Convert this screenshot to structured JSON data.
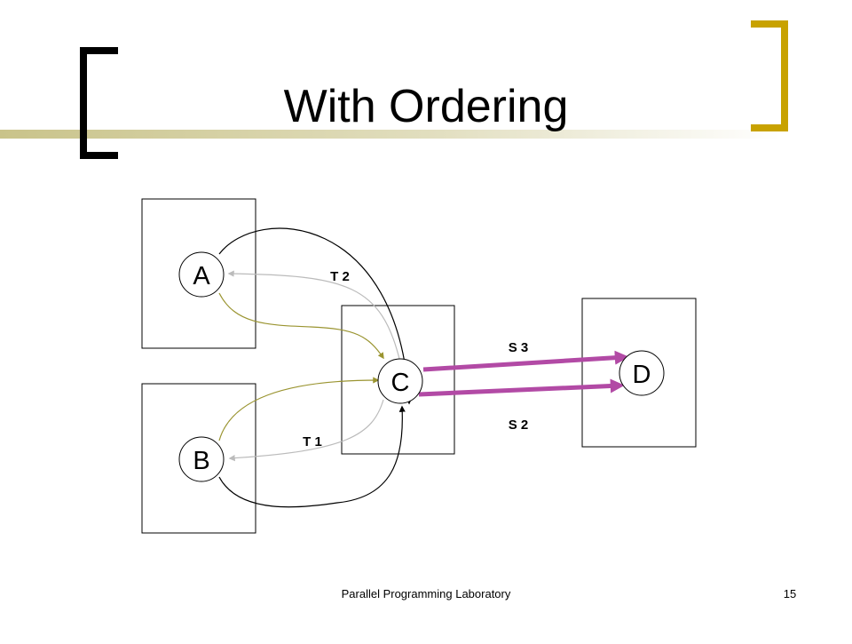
{
  "slide": {
    "title": "With Ordering",
    "footer": "Parallel Programming Laboratory",
    "page_number": "15"
  },
  "colors": {
    "title_bar": "#c9c38a",
    "left_bracket": "#000000",
    "right_bracket": "#c8a200",
    "edge_dark": "#000000",
    "edge_gray": "#bbbbbb",
    "edge_olive": "#9a9430",
    "edge_magenta": "#b24aa5"
  },
  "diagram": {
    "nodes": [
      {
        "id": "A",
        "label": "A"
      },
      {
        "id": "B",
        "label": "B"
      },
      {
        "id": "C",
        "label": "C"
      },
      {
        "id": "D",
        "label": "D"
      }
    ],
    "edge_labels": {
      "t2": "T 2",
      "t1": "T 1",
      "s3": "S 3",
      "s2": "S 2"
    }
  }
}
